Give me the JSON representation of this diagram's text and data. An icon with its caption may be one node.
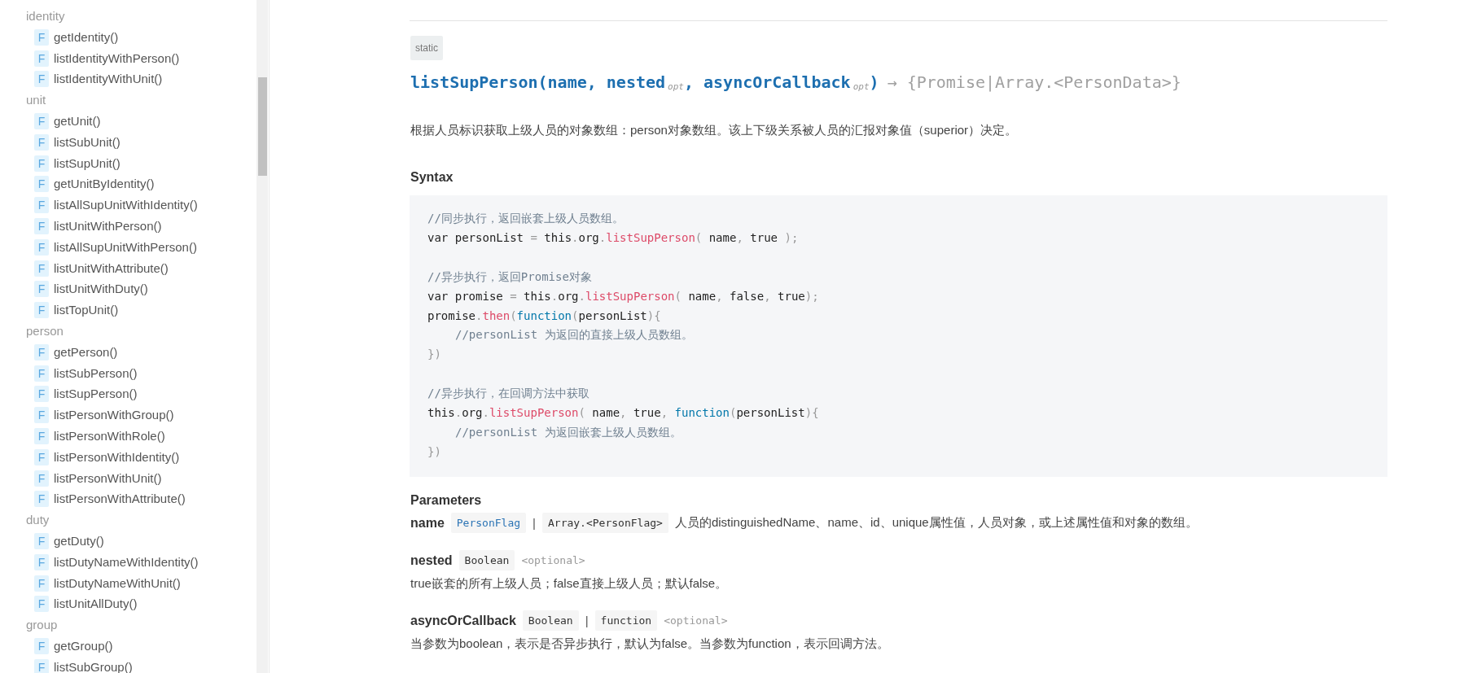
{
  "diagram": {
    "title": "listSupPerson(name, nested$_{opt}$, asyncOrCallback$_{opt}$)",
    "labels": [
      "identity",
      "F",
      "getIdentity()",
      "F",
      "listIdentityWithPerson()",
      "F",
      "listIdentityWithUnit()",
      "unit",
      "F",
      "getUnit()",
      "F",
      "listSubUnit()",
      "F",
      "listSupUnit()",
      "F",
      "getUnitByIdentity()",
      "F",
      "listAllSupUnitWithIdentity()",
      "F",
      "listUnitWithPerson()",
      "F",
      "listAllSupUnitWithPerson()",
      "F",
      "listUnitWithAttribute()",
      "F",
      "listUnitWithDuty()",
      "F",
      "listTopUnit()",
      "person",
      "F",
      "getPerson()",
      "F",
      "listSubPerson()",
      "F",
      "listSupPerson()",
      "F",
      "listPersonWithGroup()",
      "F",
      "listPersonWithRole()",
      "F",
      "listPersonWithIdentity()",
      "F",
      "listPersonWithUnit()",
      "F",
      "listPersonWithAttribute()",
      "duty",
      "F",
      "getDuty()",
      "F",
      "listDutyNameWithIdentity()",
      "F",
      "listDutyNameWithUnit()",
      "F",
      "listUnitAllDuty()",
      "group",
      "F",
      "getGroup()",
      "F",
      "listSubGroup()",
      "static",
      "→ {Promise|Array.<PersonData>}",
      "根据人员标识获取上级人员的对象数组：person对象数组。该上下级关系被人员的汇报对象值（superior）决定。",
      "Syntax",
      "//同步执行，返回嵌套上级人员数组。",
      "var personList = this.org.listSupPerson( name, true );",
      "//异步执行，返回Promise对象",
      "var promise = this.org.listSupPerson( name, false, true);",
      "promise.then(function(personList){",
      "//personList 为返回的直接上级人员数组。",
      "})",
      "//异步执行，在回调方法中获取",
      "this.org.listSupPerson( name, true, function(personList){",
      "//personList 为返回嵌套上级人员数组。",
      "})",
      "Parameters",
      "name",
      "PersonFlag",
      "|",
      "Array.<PersonFlag>",
      "人员的distinguishedName、name、id、unique属性值，人员对象，或上述属性值和对象的数组。",
      "nested",
      "Boolean",
      "<optional>",
      "true嵌套的所有上级人员；false直接上级人员；默认false。",
      "asyncOrCallback",
      "Boolean",
      "|",
      "function",
      "<optional>",
      "当参数为boolean，表示是否异步执行，默认为false。当参数为function，表示回调方法。"
    ]
  }
}
